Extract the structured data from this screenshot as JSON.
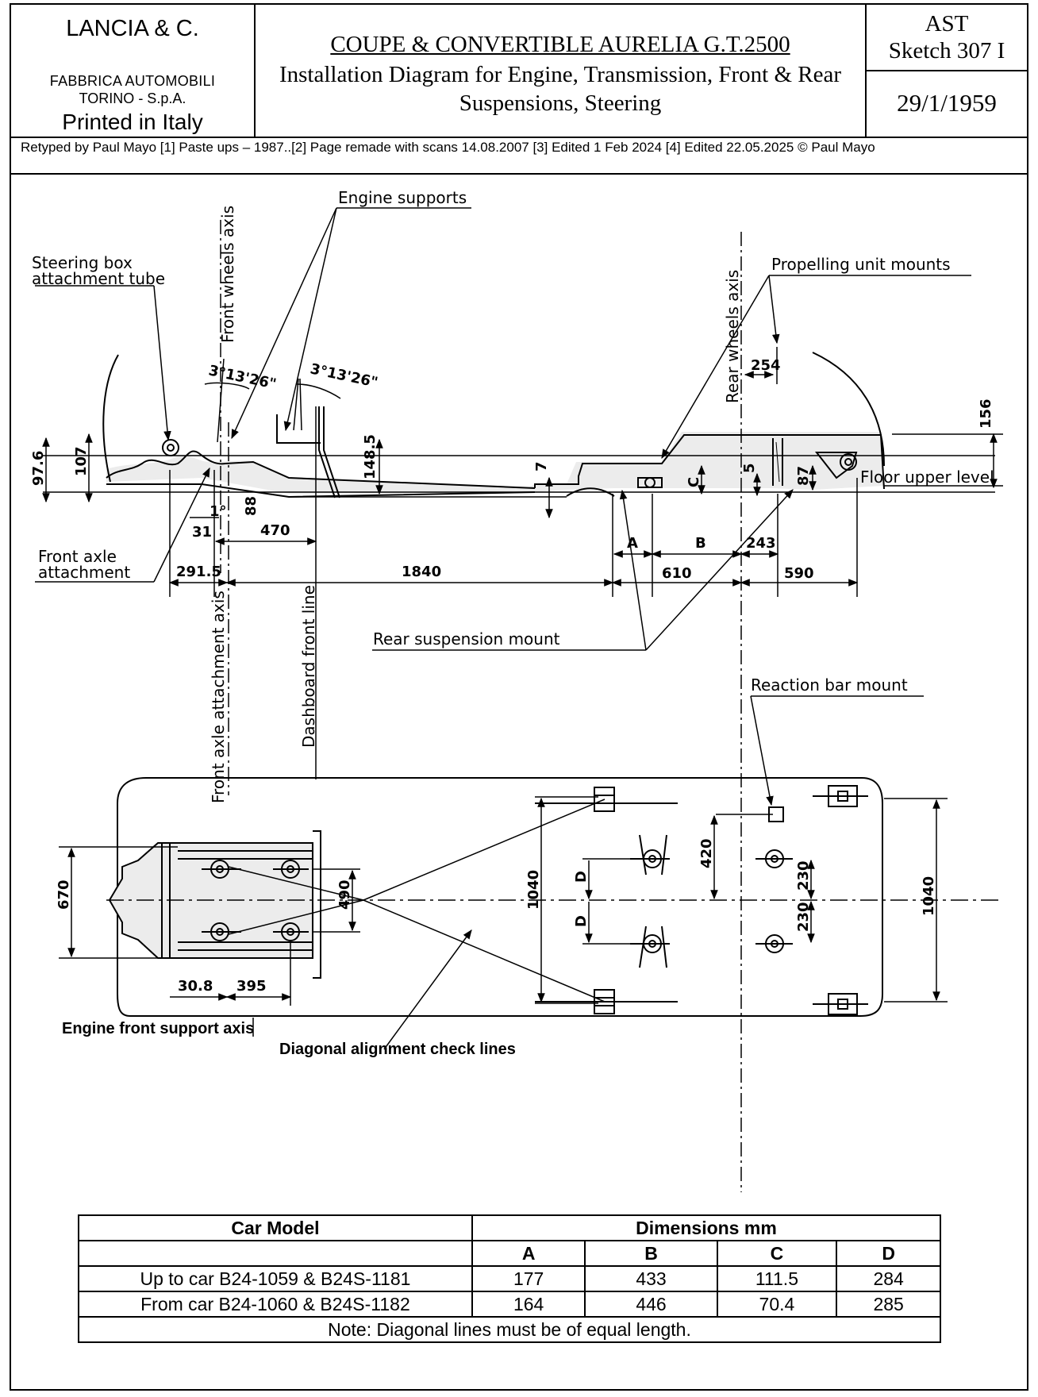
{
  "header": {
    "company": "LANCIA & C.",
    "factory_line1": "FABBRICA AUTOMOBILI",
    "factory_line2": "TORINO - S.p.A.",
    "printed": "Printed in Italy",
    "title": "COUPE & CONVERTIBLE AURELIA G.T.2500",
    "subtitle": "Installation Diagram for Engine, Transmission, Front & Rear Suspensions, Steering",
    "code_line1": "AST",
    "code_line2": "Sketch 307 I",
    "date": "29/1/1959"
  },
  "credits": "Retyped by Paul Mayo [1]  Paste ups – 1987..[2]  Page remade with scans 14.08.2007 [3] Edited 1 Feb 2024 [4] Edited 22.05.2025 © Paul Mayo",
  "drawing": {
    "labels": {
      "engine_supports": "Engine supports",
      "steering_box_1": "Steering box",
      "steering_box_2": "attachment tube",
      "front_wheels_axis": "Front wheels axis",
      "propelling_mounts": "Propelling unit mounts",
      "rear_wheels_axis": "Rear wheels axis",
      "floor_upper_level": "Floor upper level",
      "front_axle_1": "Front axle",
      "front_axle_2": "attachment",
      "rear_suspension_mount": "Rear suspension mount",
      "reaction_bar_mount": "Reaction bar mount",
      "front_axle_attachment_axis": "Front axle attachment axis",
      "dashboard_front_line": "Dashboard front line",
      "engine_front_support_axis": "Engine front support axis",
      "diagonal_check_lines": "Diagonal alignment check lines"
    },
    "dims": {
      "angle1": "3°13'26\"",
      "angle2": "3°13'26\"",
      "d_254": "254",
      "d_156": "156",
      "d_97_6": "97.6",
      "d_107": "107",
      "d_148_5": "148.5",
      "d_7": "7",
      "d_c": "C",
      "d_5": "5",
      "d_87": "87",
      "d_1deg": "1°",
      "d_88": "88",
      "d_31": "31",
      "d_470": "470",
      "d_a": "A",
      "d_b": "B",
      "d_243": "243",
      "d_291_5": "291.5",
      "d_1840": "1840",
      "d_610": "610",
      "d_590": "590",
      "d_420": "420",
      "d_670": "670",
      "d_490": "490",
      "d_1040_left": "1040",
      "d_d1": "D",
      "d_d2": "D",
      "d_230_a": "230",
      "d_230_b": "230",
      "d_1040_right": "1040",
      "d_30_8": "30.8",
      "d_395": "395"
    }
  },
  "table": {
    "col_model": "Car Model",
    "col_dims": "Dimensions  mm",
    "sub": [
      "A",
      "B",
      "C",
      "D"
    ],
    "rows": [
      {
        "model": "Up to car B24-1059 & B24S-1181",
        "a": "177",
        "b": "433",
        "c": "111.5",
        "d": "284"
      },
      {
        "model": "From car B24-1060 & B24S-1182",
        "a": "164",
        "b": "446",
        "c": "70.4",
        "d": "285"
      }
    ],
    "note": "Note:  Diagonal lines must be of equal length."
  }
}
